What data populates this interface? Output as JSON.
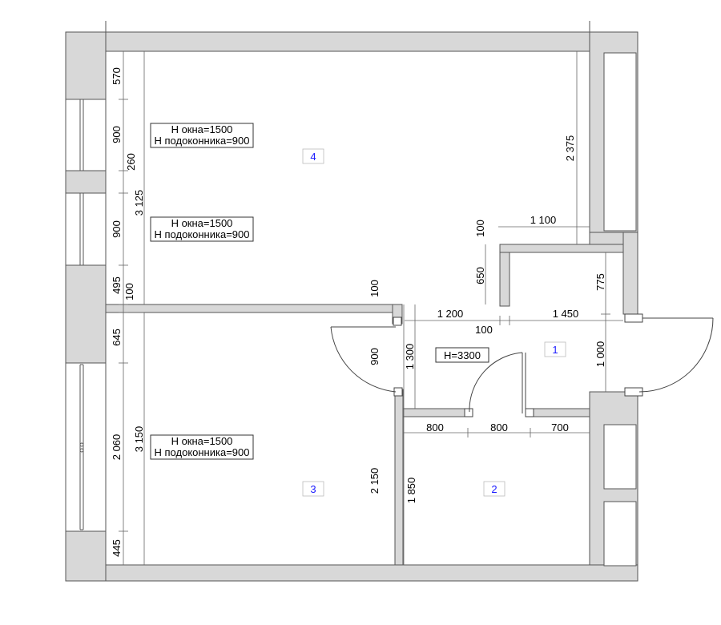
{
  "rooms": {
    "r1": "1",
    "r2": "2",
    "r3": "3",
    "r4": "4"
  },
  "notes": {
    "win1_l1": "H окна=1500",
    "win1_l2": "H подоконника=900",
    "win2_l1": "H окна=1500",
    "win2_l2": "H подоконника=900",
    "win3_l1": "H окна=1500",
    "win3_l2": "H подоконника=900",
    "height": "H=3300"
  },
  "dims": {
    "left_570": "570",
    "left_900a": "900",
    "left_260": "260",
    "left_900b": "900",
    "left_495": "495",
    "left_100": "100",
    "left_3125": "3 125",
    "left_645": "645",
    "left_2060": "2 060",
    "left_3150": "3 150",
    "left_445": "445",
    "c_100_top": "100",
    "c_900": "900",
    "c_1300": "1 300",
    "c_2150": "2 150",
    "c_1850": "1 850",
    "h_1200": "1 200",
    "h_100": "100",
    "h_1450": "1 450",
    "h_800a": "800",
    "h_800b": "800",
    "h_700": "700",
    "r_2375": "2 375",
    "r_100": "100",
    "r_1100": "1 100",
    "r_650": "650",
    "r_775": "775",
    "r_1000": "1 000"
  }
}
